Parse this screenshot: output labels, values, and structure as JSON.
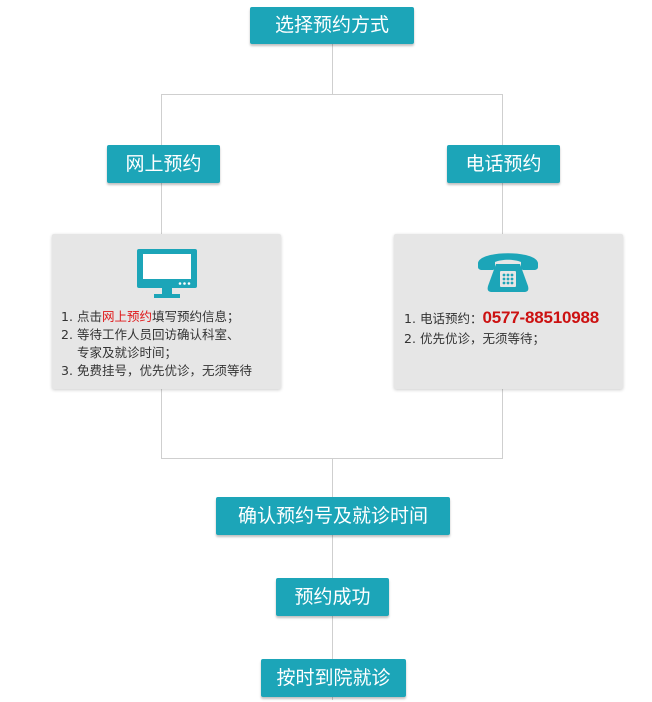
{
  "steps": {
    "choose": "选择预约方式",
    "online": "网上预约",
    "phone": "电话预约",
    "confirm": "确认预约号及就诊时间",
    "success": "预约成功",
    "visit": "按时到院就诊"
  },
  "online_card": {
    "icon": "computer-monitor-icon",
    "item1_num": "1.",
    "item1_pre": "点击",
    "item1_link": "网上预约",
    "item1_post": "填写预约信息；",
    "item2_num": "2.",
    "item2_line1": "等待工作人员回访确认科室、",
    "item2_line2": "专家及就诊时间；",
    "item3_num": "3.",
    "item3_text": "免费挂号，优先优诊，无须等待"
  },
  "phone_card": {
    "icon": "telephone-icon",
    "item1_num": "1.",
    "item1_label": "电话预约：",
    "item1_phone": "0577-88510988",
    "item2_num": "2.",
    "item2_text": "优先优诊，无须等待；"
  },
  "colors": {
    "accent": "#1ca5b8",
    "card_bg": "#e6e6e6",
    "highlight": "#e0191b",
    "connector": "#cfcfcf"
  }
}
